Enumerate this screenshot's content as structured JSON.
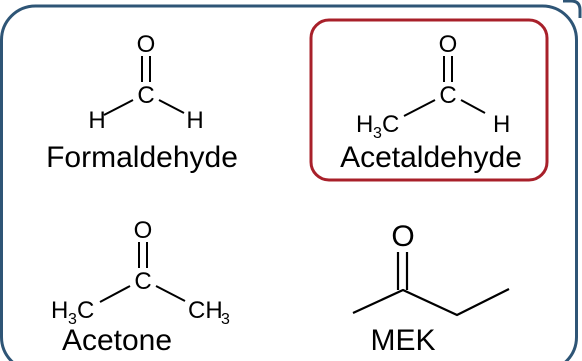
{
  "colors": {
    "panel_border": "#2e5576",
    "highlight_border": "#a8202a",
    "bond": "#000000",
    "text": "#000000",
    "background": "#ffffff"
  },
  "molecules": [
    {
      "name": "Formaldehyde",
      "atoms": {
        "top": "O",
        "center": "C",
        "left": "H",
        "right": "H"
      }
    },
    {
      "name": "Acetaldehyde",
      "highlighted": true,
      "atoms": {
        "top": "O",
        "center": "C",
        "left_main": "H",
        "left_sub": "3",
        "left_tail": "C",
        "right": "H"
      }
    },
    {
      "name": "Acetone",
      "atoms": {
        "top": "O",
        "center": "C",
        "left_main": "H",
        "left_sub": "3",
        "left_tail": "C",
        "right_main": "CH",
        "right_sub": "3"
      }
    },
    {
      "name": "MEK",
      "atoms": {
        "top": "O"
      },
      "style": "skeletal"
    }
  ]
}
